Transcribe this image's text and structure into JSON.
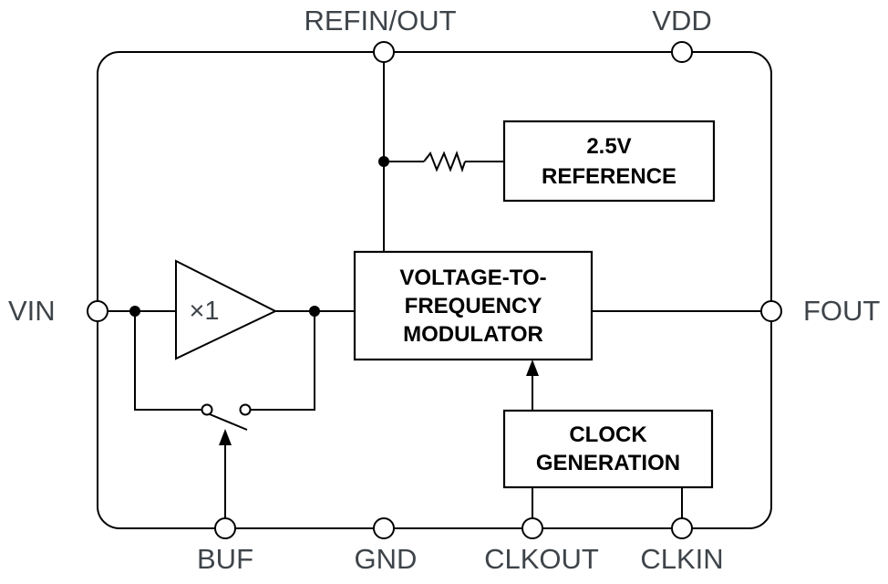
{
  "diagram": {
    "type": "ic-functional-block-diagram",
    "pins": {
      "refin_out": "REFIN/OUT",
      "vdd": "VDD",
      "vin": "VIN",
      "fout": "FOUT",
      "buf": "BUF",
      "gnd": "GND",
      "clkout": "CLKOUT",
      "clkin": "CLKIN"
    },
    "blocks": {
      "reference": {
        "lines": [
          "2.5V",
          "REFERENCE"
        ]
      },
      "modulator": {
        "lines": [
          "VOLTAGE-TO-",
          "FREQUENCY",
          "MODULATOR"
        ]
      },
      "clock_generation": {
        "lines": [
          "CLOCK",
          "GENERATION"
        ]
      }
    },
    "amplifier": {
      "gain": "×1"
    },
    "colors": {
      "line": "#000000",
      "pin_label_text": "#3e4449",
      "block_text": "#000000",
      "background": "#ffffff"
    }
  }
}
